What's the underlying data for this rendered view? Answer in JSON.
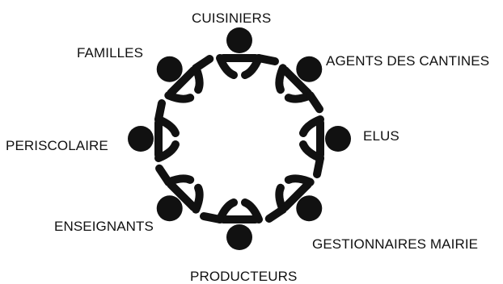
{
  "diagram": {
    "ring_color": "#111111",
    "participants": [
      {
        "label": "CUISINIERS"
      },
      {
        "label": "AGENTS DES CANTINES"
      },
      {
        "label": "ELUS"
      },
      {
        "label": "GESTIONNAIRES MAIRIE"
      },
      {
        "label": "PRODUCTEURS"
      },
      {
        "label": "ENSEIGNANTS"
      },
      {
        "label": "PERISCOLAIRE"
      },
      {
        "label": "FAMILLES"
      }
    ]
  }
}
